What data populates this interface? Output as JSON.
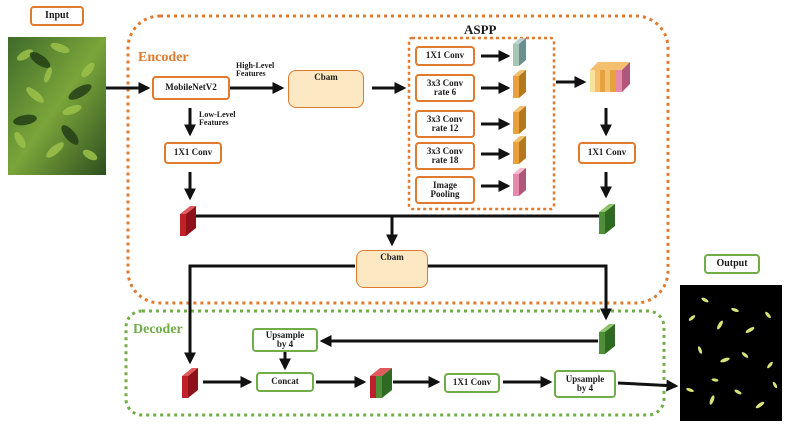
{
  "input": {
    "label": "Input"
  },
  "output": {
    "label": "Output"
  },
  "encoder": {
    "title": "Encoder",
    "backbone": "MobileNetV2",
    "high_level": "High-Level\nFeatures",
    "low_level": "Low-Level\nFeatures",
    "cbam": "Cbam",
    "conv_low": "1X1 Conv",
    "conv_right": "1X1 Conv"
  },
  "aspp": {
    "title": "ASPP",
    "branches": [
      "1X1 Conv",
      "3x3 Conv\nrate 6",
      "3x3 Conv\nrate 12",
      "3x3 Conv\nrate 18",
      "Image\nPooling"
    ]
  },
  "middle": {
    "cbam": "Cbam"
  },
  "decoder": {
    "title": "Decoder",
    "upsample_top": "Upsample\nby 4",
    "concat": "Concat",
    "conv": "1X1 Conv",
    "upsample_out": "Upsample\nby 4"
  },
  "colors": {
    "encoder_border": "#e07a2e",
    "decoder_border": "#70ad47",
    "cbam_fill": "#fde8c4",
    "feature_red": "#c0202a",
    "feature_green": "#4f8f3a"
  }
}
